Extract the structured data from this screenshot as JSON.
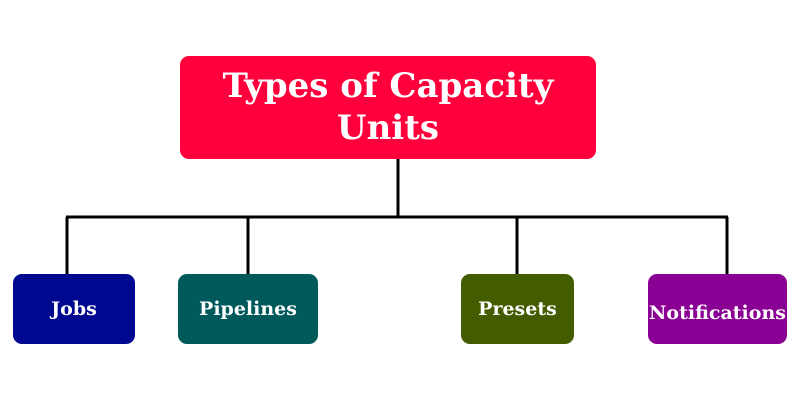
{
  "diagram": {
    "root": {
      "label": "Types of Capacity Units",
      "color": "#ff003c"
    },
    "children": [
      {
        "label": "Jobs",
        "color": "#00088f"
      },
      {
        "label": "Pipelines",
        "color": "#005a5c"
      },
      {
        "label": "Presets",
        "color": "#435c00"
      },
      {
        "label": "Notifications",
        "color": "#8a0094"
      }
    ],
    "connector_color": "#000000"
  }
}
